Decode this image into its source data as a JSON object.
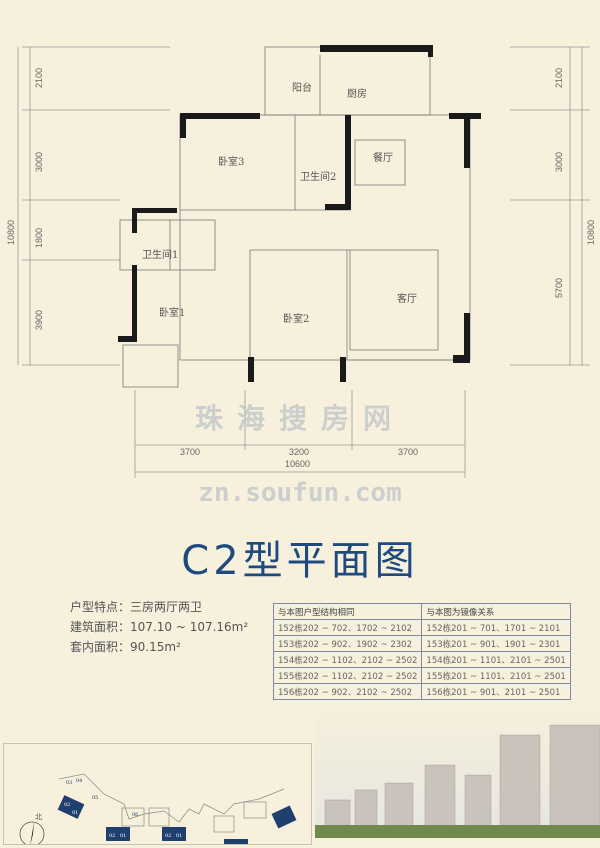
{
  "plan": {
    "rooms": {
      "balcony": "阳台",
      "kitchen": "厨房",
      "bedroom3": "卧室3",
      "bath2": "卫生间2",
      "dining": "餐厅",
      "bath1": "卫生间1",
      "bedroom1": "卧室1",
      "bedroom2": "卧室2",
      "living": "客厅"
    },
    "dims_left": [
      "2100",
      "3000",
      "1800",
      "3900"
    ],
    "dims_left_total": "10800",
    "dims_right": [
      "2100",
      "3000",
      "5700"
    ],
    "dims_right_total": "10800",
    "dims_bottom": [
      "3700",
      "3200",
      "3700"
    ],
    "dims_bottom_total": "10600"
  },
  "watermark": {
    "cn": "珠海搜房网",
    "url": "zn.soufun.com"
  },
  "title": "C2型平面图",
  "info": {
    "feature_label": "户型特点：",
    "feature": "三房两厅两卫",
    "gross_label": "建筑面积：",
    "gross": "107.10 ~ 107.16m²",
    "net_label": "套内面积：",
    "net": "90.15m²"
  },
  "table": {
    "headers": [
      "与本图户型结构相同",
      "与本图为镜像关系"
    ],
    "rows": [
      [
        "152栋202 ~ 702、1702 ~ 2102",
        "152栋201 ~ 701、1701 ~ 2101"
      ],
      [
        "153栋202 ~ 902、1902 ~ 2302",
        "153栋201 ~ 901、1901 ~ 2301"
      ],
      [
        "154栋202 ~ 1102、2102 ~ 2502",
        "154栋201 ~ 1101、2101 ~ 2501"
      ],
      [
        "155栋202 ~ 1102、2102 ~ 2502",
        "155栋201 ~ 1101、2101 ~ 2501"
      ],
      [
        "156栋202 ~ 902、2102 ~ 2502",
        "156栋201 ~ 901、2101 ~ 2501"
      ]
    ]
  },
  "site": {
    "north": "北",
    "units": [
      "01",
      "02",
      "03",
      "04",
      "05",
      "06"
    ]
  },
  "colors": {
    "title": "#1e4a80",
    "wall": "#1a1a1a",
    "highlight": "#1f3f6e"
  }
}
